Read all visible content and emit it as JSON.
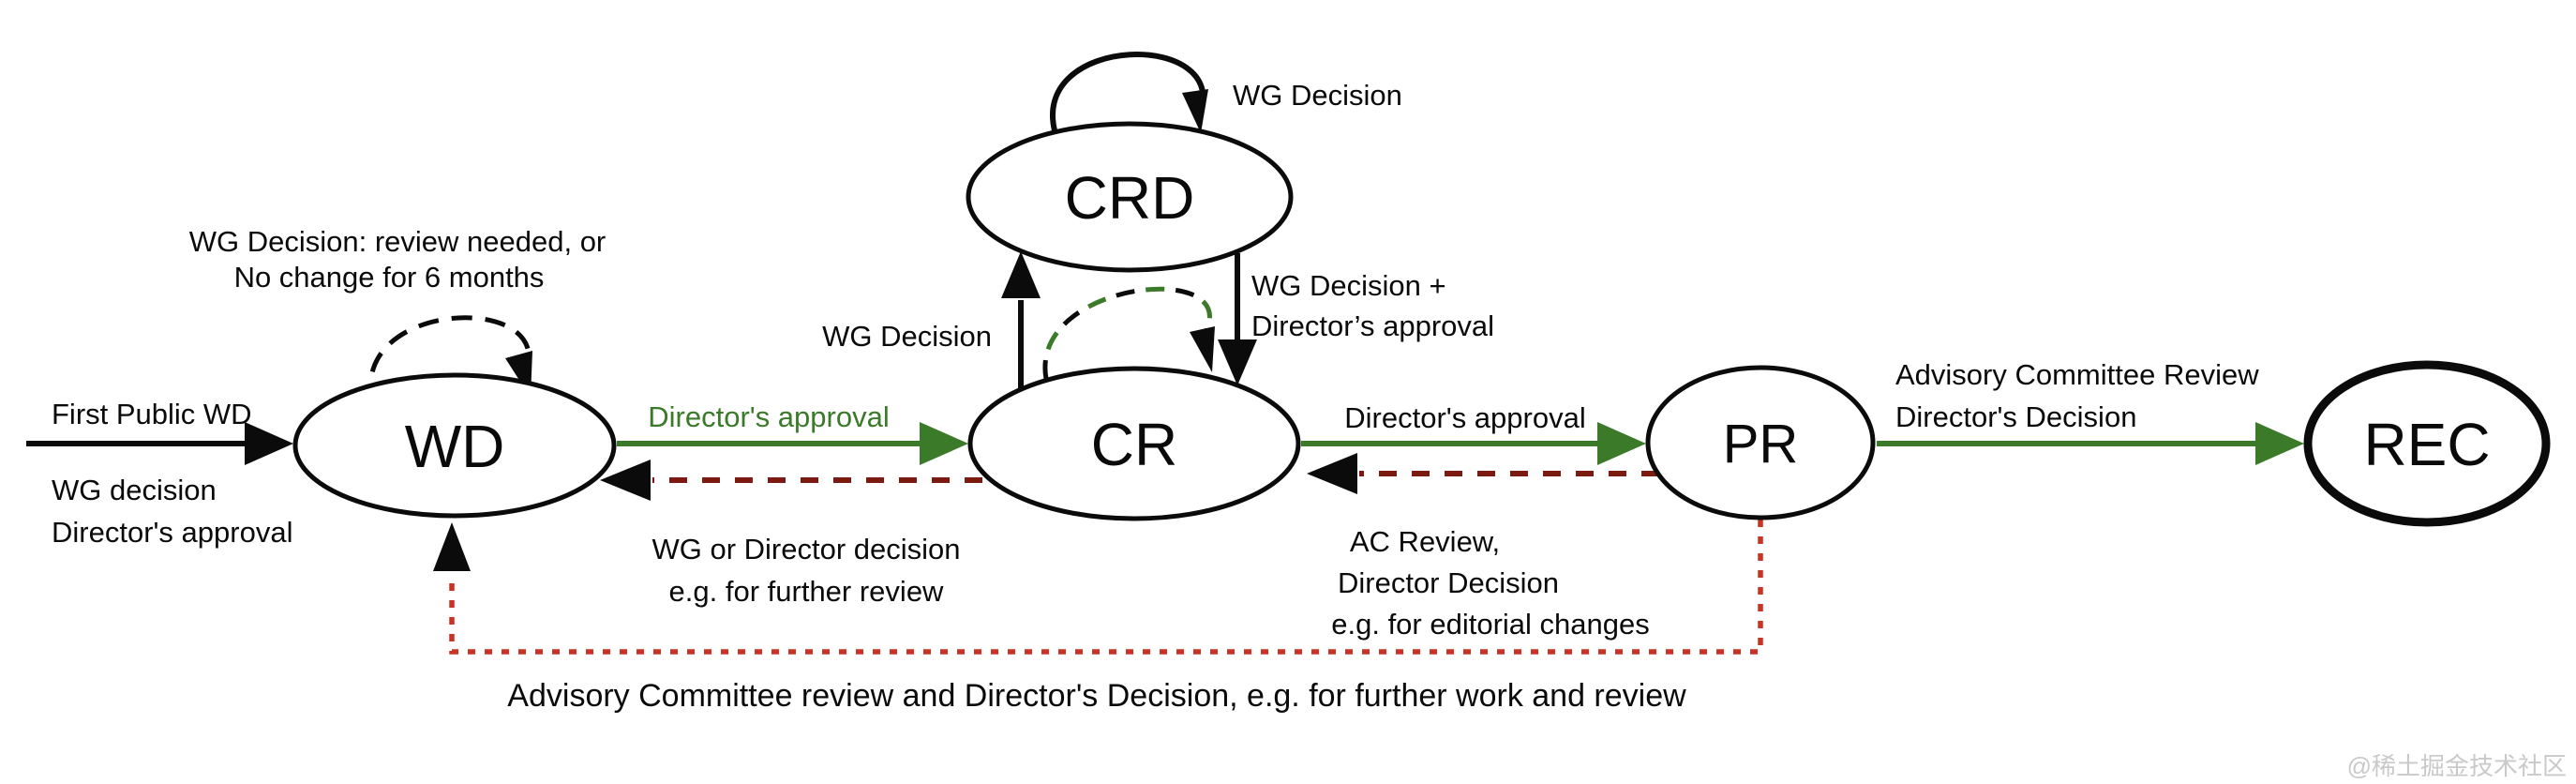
{
  "diagram": {
    "type": "state-diagram",
    "title_hint": "W3C Recommendation Track process states",
    "nodes": {
      "wd": "WD",
      "crd": "CRD",
      "cr": "CR",
      "pr": "PR",
      "rec": "REC"
    },
    "edges": [
      {
        "from": "start",
        "to": "WD",
        "style": "solid",
        "color": "black",
        "labels": [
          "First Public WD",
          "WG decision",
          "Director's approval"
        ]
      },
      {
        "from": "WD",
        "to": "WD",
        "style": "dashed",
        "color": "black",
        "labels": [
          "WG Decision: review needed, or",
          "No change for 6 months"
        ]
      },
      {
        "from": "WD",
        "to": "CR",
        "style": "solid",
        "color": "green",
        "labels": [
          "Director's approval"
        ]
      },
      {
        "from": "CR",
        "to": "WD",
        "style": "dashed",
        "color": "maroon",
        "labels": [
          "WG or Director decision",
          "e.g. for further review"
        ]
      },
      {
        "from": "CR",
        "to": "CRD",
        "style": "solid",
        "color": "black",
        "labels": [
          "WG Decision"
        ]
      },
      {
        "from": "CRD",
        "to": "CRD",
        "style": "solid",
        "color": "black",
        "labels": [
          "WG Decision"
        ]
      },
      {
        "from": "CRD",
        "to": "CR",
        "style": "solid",
        "color": "black",
        "labels": [
          "WG Decision +",
          "Director’s approval"
        ]
      },
      {
        "from": "CR",
        "to": "CR",
        "style": "dashed",
        "color": "green-black",
        "labels": []
      },
      {
        "from": "CR",
        "to": "PR",
        "style": "solid",
        "color": "green",
        "labels": [
          "Director's approval"
        ]
      },
      {
        "from": "PR",
        "to": "CR",
        "style": "dashed",
        "color": "maroon",
        "labels": [
          "AC Review,",
          "Director Decision",
          "e.g. for editorial changes"
        ]
      },
      {
        "from": "PR",
        "to": "REC",
        "style": "solid",
        "color": "green",
        "labels": [
          "Advisory Committee Review",
          "Director's Decision"
        ]
      },
      {
        "from": "PR",
        "to": "WD",
        "style": "dotted",
        "color": "red",
        "labels": [
          "Advisory Committee review and Director's Decision, e.g. for further work and review"
        ]
      }
    ]
  },
  "labels": {
    "wd_loop_1": "WG Decision: review needed, or",
    "wd_loop_2": "No change for 6 months",
    "first_public_wd": "First Public WD",
    "start_wg_decision": "WG decision",
    "start_directors_approval": "Director's approval",
    "wd_to_cr": "Director's approval",
    "cr_to_wd_1": "WG or Director decision",
    "cr_to_wd_2": "e.g. for further review",
    "cr_to_crd": "WG Decision",
    "crd_loop": "WG Decision",
    "crd_to_cr_1": "WG Decision +",
    "crd_to_cr_2": "Director’s approval",
    "cr_to_pr": "Director's approval",
    "pr_to_cr_1": "AC Review,",
    "pr_to_cr_2": "Director Decision",
    "pr_to_cr_3": "e.g. for editorial changes",
    "pr_to_rec_1": "Advisory Committee Review",
    "pr_to_rec_2": "Director's Decision",
    "bottom_note": "Advisory Committee review and Director's Decision, e.g. for further work and review",
    "watermark": "@稀土掘金技术社区"
  },
  "colors": {
    "green": "#3a7a28",
    "maroon": "#7b1a10",
    "red": "#cb3226",
    "black": "#0b0b0b",
    "watermark_gray": "#c9c9c9",
    "background": "#ffffff"
  }
}
